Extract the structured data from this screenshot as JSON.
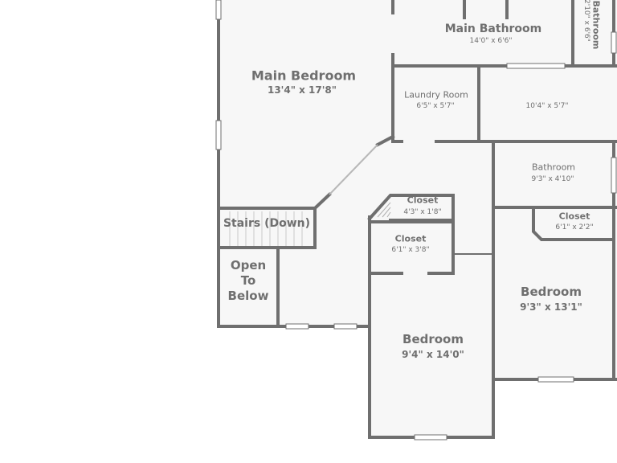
{
  "rooms": {
    "main_bedroom": {
      "name": "Main Bedroom",
      "dims": "13'4\" x 17'8\""
    },
    "main_bathroom": {
      "name": "Main Bathroom",
      "dims": "14'0\" x 6'6\""
    },
    "bathroom_top": {
      "name": "Bathroom",
      "dims": "2'10\" x 6'6\""
    },
    "laundry": {
      "name": "Laundry Room",
      "dims": "6'5\" x 5'7\""
    },
    "unlabeled_room": {
      "dims": "10'4\" x 5'7\""
    },
    "bathroom": {
      "name": "Bathroom",
      "dims": "9'3\" x 4'10\""
    },
    "stairs": {
      "name": "Stairs (Down)"
    },
    "closet_a": {
      "name": "Closet",
      "dims": "4'3\" x 1'8\""
    },
    "closet_b": {
      "name": "Closet",
      "dims": "6'1\" x 3'8\""
    },
    "closet_c": {
      "name": "Closet",
      "dims": "6'1\" x 2'2\""
    },
    "open_to_below": {
      "line1": "Open",
      "line2": "To",
      "line3": "Below"
    },
    "bedroom_left": {
      "name": "Bedroom",
      "dims": "9'4\" x 14'0\""
    },
    "bedroom_right": {
      "name": "Bedroom",
      "dims": "9'3\" x 13'1\""
    }
  },
  "colors": {
    "wall": "#6f6f6f",
    "floor": "#f7f7f7",
    "background": "#ffffff",
    "window": "#ffffff"
  }
}
